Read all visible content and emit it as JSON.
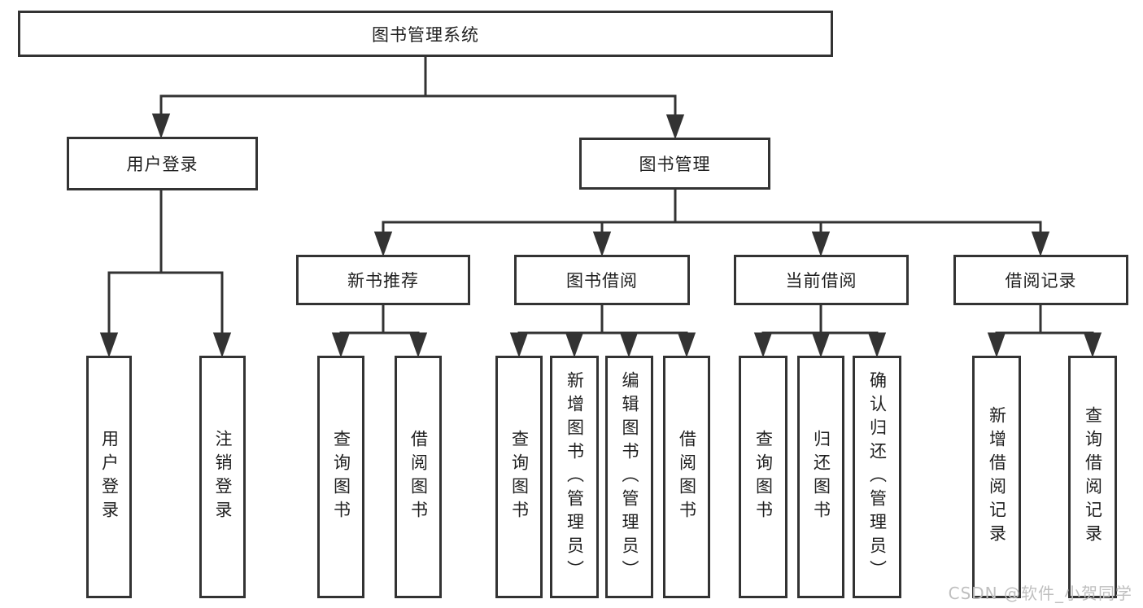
{
  "nodes": {
    "root": "图书管理系统",
    "user_login": "用户登录",
    "book_mgmt": "图书管理",
    "new_book_rec": "新书推荐",
    "book_borrow": "图书借阅",
    "current_borrow": "当前借阅",
    "borrow_records": "借阅记录",
    "leaf_user_login": "用户登录",
    "leaf_logout": "注销登录",
    "rec_query_book": "查询图书",
    "rec_borrow_book": "借阅图书",
    "bb_query_book": "查询图书",
    "bb_add_book": "新增图书（管理员）",
    "bb_edit_book": "编辑图书（管理员）",
    "bb_borrow_book": "借阅图书",
    "cb_query_book": "查询图书",
    "cb_return_book": "归还图书",
    "cb_confirm_return": "确认归还（管理员）",
    "br_add_record": "新增借阅记录",
    "br_query_record": "查询借阅记录"
  },
  "watermark": "CSDN @软件_小贺同学",
  "colors": {
    "line": "#333333",
    "text": "#1f1f1f",
    "box_background": "#ffffff",
    "page_background": "#ffffff",
    "watermark": "#bfbfbf"
  }
}
